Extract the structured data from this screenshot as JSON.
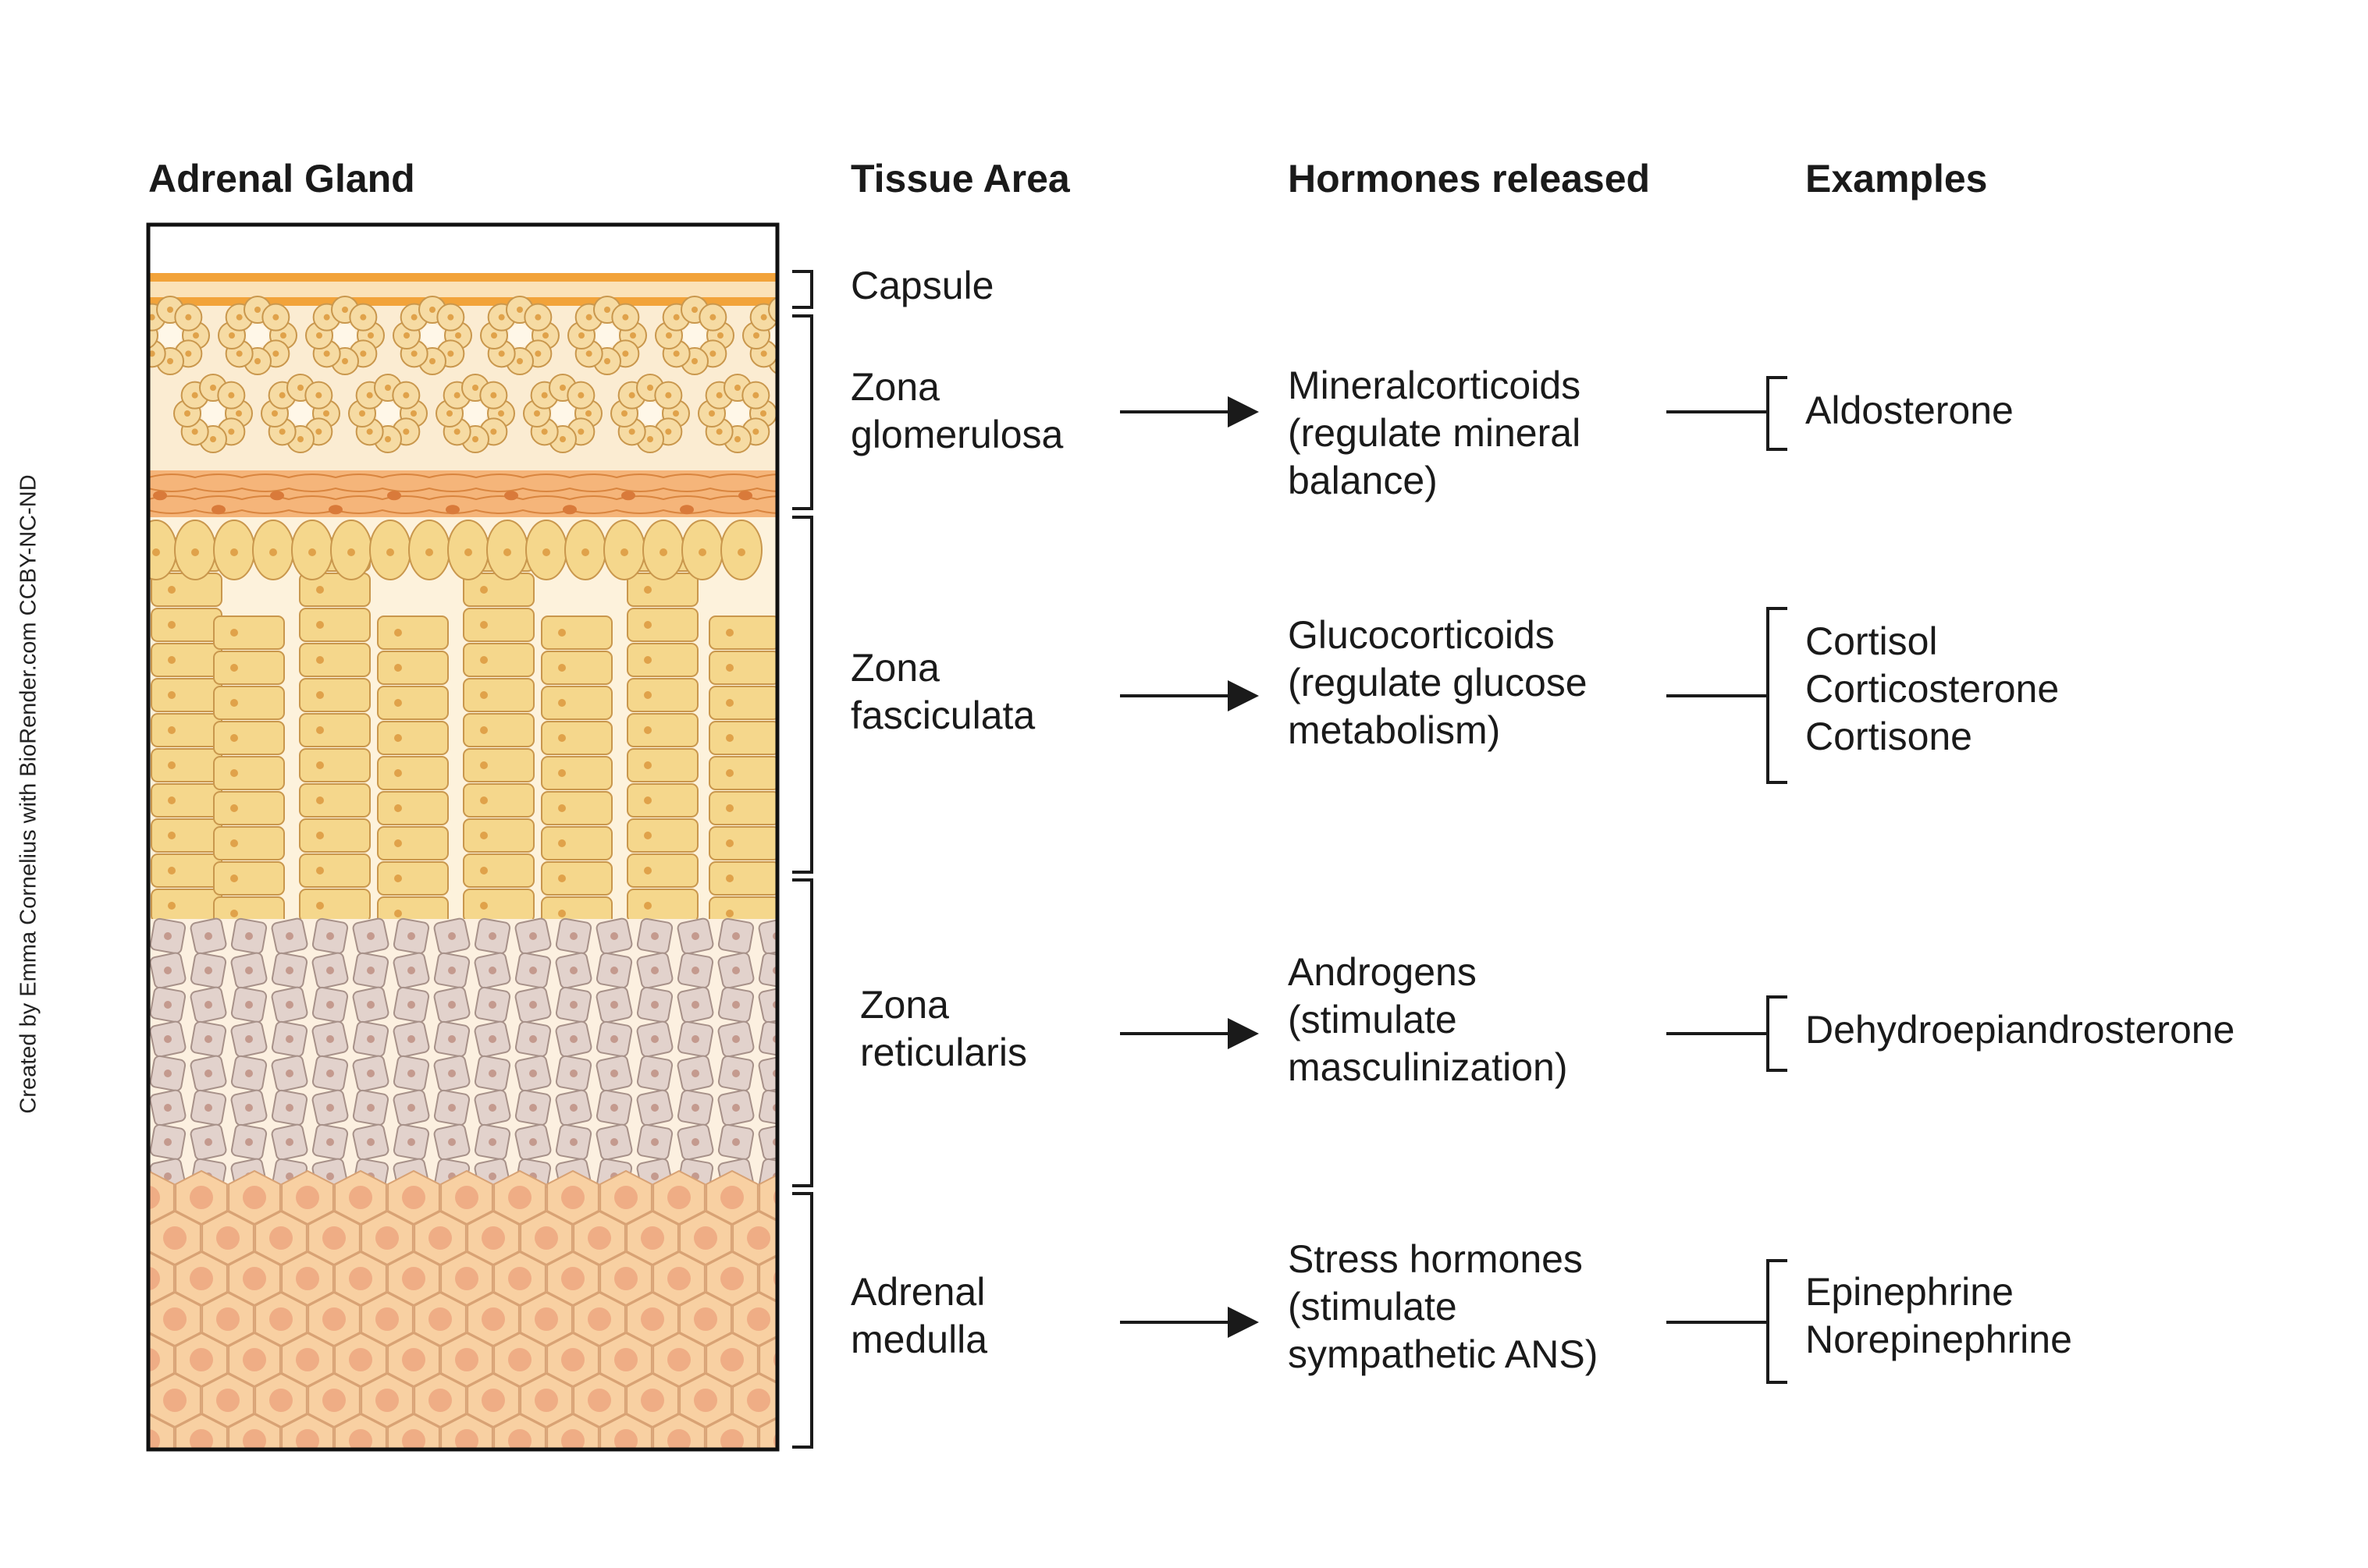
{
  "headers": {
    "gland": "Adrenal Gland",
    "tissue": "Tissue Area",
    "hormones": "Hormones released",
    "examples": "Examples"
  },
  "credit": "Created by Emma Cornelius with BioRender.com CCBY-NC-ND",
  "zones": [
    {
      "tissue": [
        "Capsule"
      ],
      "hormones": [],
      "examples": []
    },
    {
      "tissue": [
        "Zona",
        "glomerulosa"
      ],
      "hormones": [
        "Mineralcorticoids",
        "(regulate mineral",
        "balance)"
      ],
      "examples": [
        "Aldosterone"
      ]
    },
    {
      "tissue": [
        "Zona",
        "fasciculata"
      ],
      "hormones": [
        "Glucocorticoids",
        "(regulate glucose",
        "metabolism)"
      ],
      "examples": [
        "Cortisol",
        "Corticosterone",
        "Cortisone"
      ]
    },
    {
      "tissue": [
        "Zona",
        "reticularis"
      ],
      "hormones": [
        "Androgens",
        "(stimulate",
        "masculinization)"
      ],
      "examples": [
        "Dehydroepiandrosterone"
      ]
    },
    {
      "tissue": [
        "Adrenal",
        "medulla"
      ],
      "hormones": [
        "Stress hormones",
        "(stimulate",
        "sympathetic ANS)"
      ],
      "examples": [
        "Epinephrine",
        "Norepinephrine"
      ]
    }
  ],
  "colors": {
    "capsule": "#f2a33a",
    "glomerulosa_cell": "#f6dba3",
    "fasciculata_cell": "#f5d78c",
    "reticularis_cell": "#e2d2cc",
    "medulla_cell": "#f8d0a2",
    "nucleus": "#e0a24a",
    "outline": "#111111"
  }
}
